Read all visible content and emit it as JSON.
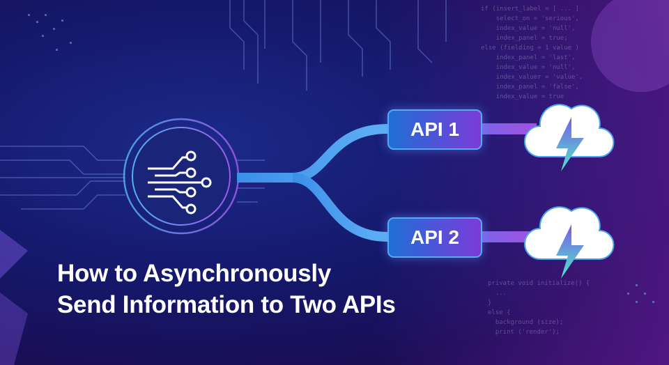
{
  "title": {
    "line1": "How to Asynchronously",
    "line2": "Send Information to Two APIs"
  },
  "apis": [
    {
      "label": "API 1"
    },
    {
      "label": "API 2"
    }
  ],
  "code_top": "if (insert_label = [ ... ]\n    select_on = 'serious',\n    index_value = 'null',\n    index_panel = true;\nelse (fielding = 1 value )\n    index_panel = 'last',\n    index_value = 'null',\n    index_valuer = 'value',\n    index_panel = 'false',\n    index_value = true",
  "code_bottom": "private void initialize() {\n  ...\n}\nelse {\n  background (size);\n  print ('render');",
  "colors": {
    "accent_blue": "#4aa3f0",
    "accent_purple": "#8a45e0",
    "bolt": "#4fe0c8"
  },
  "icons": [
    "circuit-hub-icon",
    "cloud-lightning-icon"
  ]
}
